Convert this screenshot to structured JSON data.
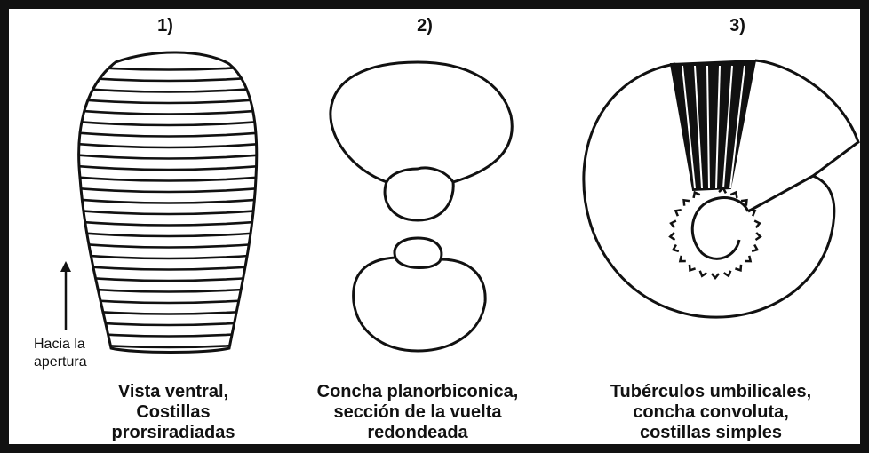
{
  "figures": [
    {
      "number": "1)",
      "caption": [
        "Vista ventral,",
        "Costillas",
        "prorsiradiadas"
      ],
      "arrow_label": [
        "Hacia la",
        "apertura"
      ]
    },
    {
      "number": "2)",
      "caption": [
        "Concha planorbiconica,",
        "sección de la vuelta",
        "redondeada"
      ]
    },
    {
      "number": "3)",
      "caption": [
        "Tubérculos umbilicales,",
        "concha convoluta,",
        "costillas simples"
      ]
    }
  ],
  "colors": {
    "ink": "#111111",
    "paper": "#ffffff"
  }
}
